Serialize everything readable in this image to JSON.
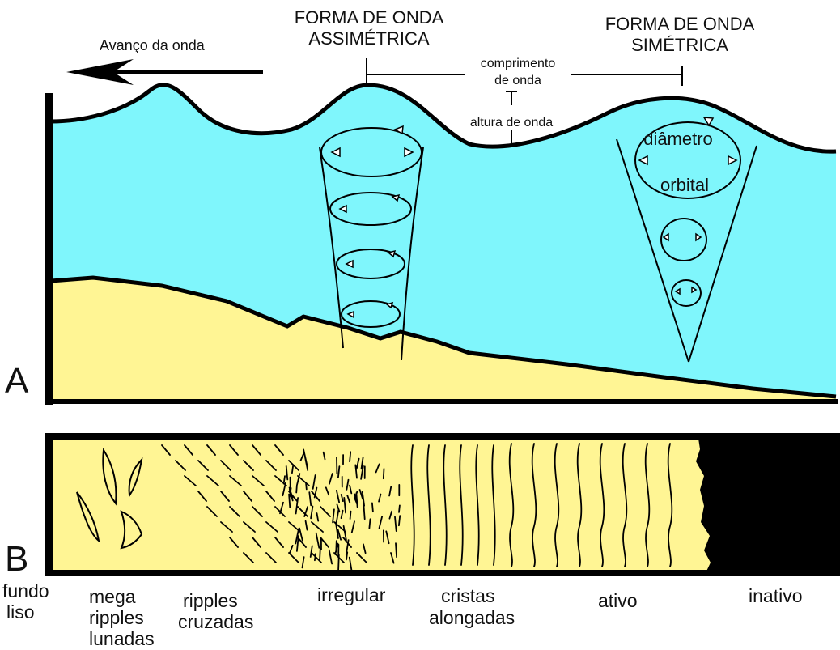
{
  "panel_a": {
    "label": "A",
    "wave_advance": "Avanço da onda",
    "asymmetric_title": [
      "FORMA DE ONDA",
      "ASSIMÉTRICA"
    ],
    "symmetric_title": [
      "FORMA DE ONDA",
      "SIMÉTRICA"
    ],
    "wavelength_label": [
      "comprimento",
      "de onda"
    ],
    "wave_height_label": "altura de onda",
    "orbital_diameter_label": [
      "diâmetro",
      "orbital"
    ]
  },
  "panel_b": {
    "label": "B",
    "zones": [
      {
        "lines": [
          "fundo",
          "liso"
        ]
      },
      {
        "lines": [
          "mega",
          "ripples",
          "lunadas"
        ]
      },
      {
        "lines": [
          "ripples",
          "cruzadas"
        ]
      },
      {
        "lines": [
          "irregular"
        ]
      },
      {
        "lines": [
          "cristas",
          "alongadas"
        ]
      },
      {
        "lines": [
          "ativo"
        ]
      },
      {
        "lines": [
          "inativo"
        ]
      }
    ]
  },
  "colors": {
    "water": "#7ff6fc",
    "sediment": "#fff594",
    "outline": "#000000",
    "inactive": "#000000"
  }
}
